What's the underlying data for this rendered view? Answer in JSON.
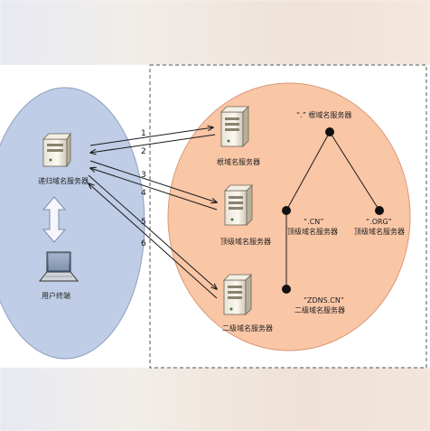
{
  "nodes": {
    "recursive_server": "递归域名服务器",
    "user_terminal": "用户终端",
    "root_server": "根域名服务器",
    "tld_server": "顶级域名服务器",
    "second_level_server": "二级域名服务器"
  },
  "tree": {
    "root_label": "“.” 根域名服务器",
    "cn_label": "“.CN”",
    "cn_sublabel": "顶级域名服务器",
    "org_label": "“.ORG”",
    "org_sublabel": "顶级域名服务器",
    "zdns_label": "“ZDNS.CN”",
    "zdns_sublabel": "二级域名服务器"
  },
  "steps": [
    "1",
    "2",
    "3",
    "4",
    "5",
    "6"
  ],
  "colors": {
    "client_zone": "#bfcde6",
    "server_zone": "#f9c6a6",
    "arrow": "#1a1a1a"
  }
}
